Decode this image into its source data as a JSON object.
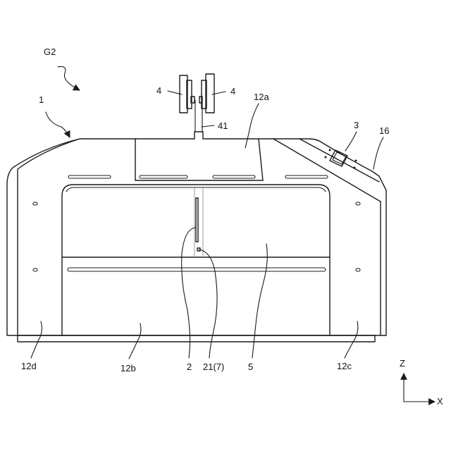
{
  "labels": {
    "g2": "G2",
    "one": "1",
    "four_left": "4",
    "four_right": "4",
    "twelve_a": "12a",
    "forty_one": "41",
    "three": "3",
    "sixteen": "16",
    "twelve_d": "12d",
    "twelve_b": "12b",
    "two": "2",
    "twenty_one": "21(7)",
    "five": "5",
    "twelve_c": "12c",
    "axis_z": "Z",
    "axis_x": "X"
  },
  "colors": {
    "line": "#1a1a1a",
    "centerline": "#9a9a9a",
    "background": "#ffffff"
  }
}
